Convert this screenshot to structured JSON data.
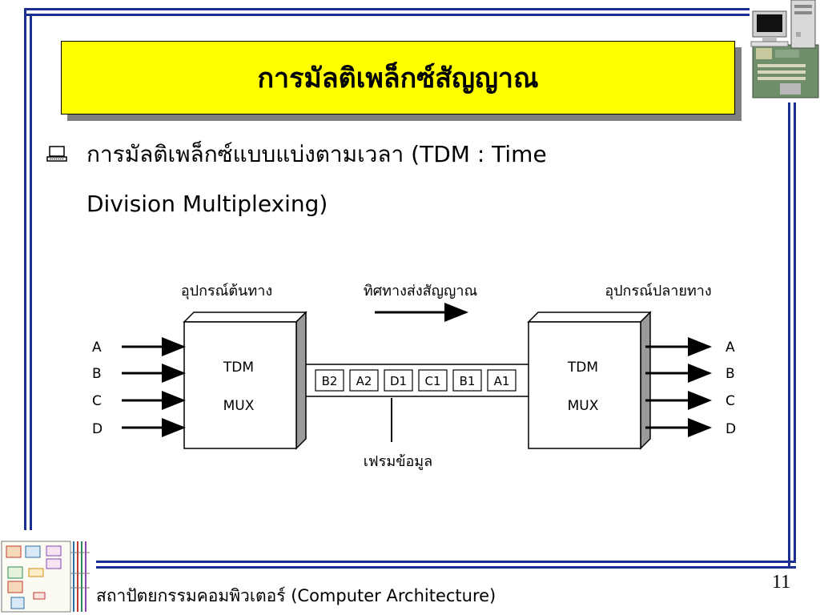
{
  "slide": {
    "title": "การมัลติเพล็กซ์สัญญาณ",
    "bullet_line1": "การมัลติเพล็กซ์แบบแบ่งตามเวลา (TDM : Time",
    "bullet_line2": "Division Multiplexing)",
    "footer": "สถาปัตยกรรมคอมพิวเตอร์ (Computer Architecture)",
    "page_number": "11"
  },
  "diagram": {
    "source_label": "อุปกรณ์ต้นทาง",
    "direction_label": "ทิศทางส่งสัญญาณ",
    "destination_label": "อุปกรณ์ปลายทาง",
    "frame_label": "เฟรมข้อมูล",
    "mux_line1": "TDM",
    "mux_line2": "MUX",
    "inputs": [
      "A",
      "B",
      "C",
      "D"
    ],
    "outputs": [
      "A",
      "B",
      "C",
      "D"
    ],
    "slots": [
      "B2",
      "A2",
      "D1",
      "C1",
      "B1",
      "A1"
    ]
  },
  "colors": {
    "frame_blue": "#1a2f8f",
    "title_yellow": "#ffff00",
    "box_side_gray": "#9a9a9a"
  },
  "icons": {
    "bullet": "laptop-icon",
    "top_right": "computer-tower-icon",
    "bottom_left": "system-bus-diagram-icon"
  }
}
